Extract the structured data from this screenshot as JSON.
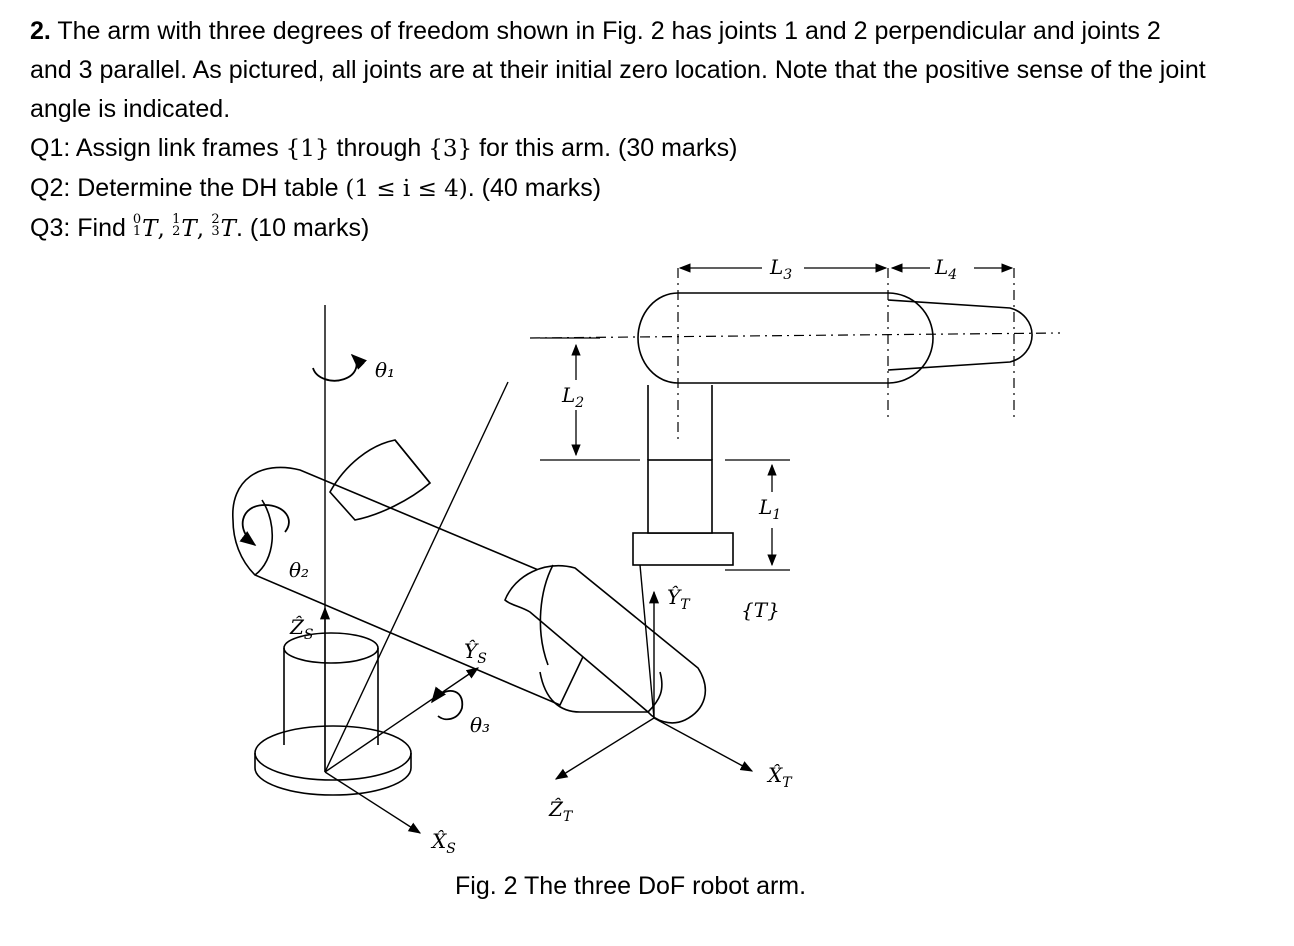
{
  "problem": {
    "number": "2.",
    "statement_l1": " The arm with three degrees of freedom shown in Fig. 2 has joints 1 and 2 perpendicular and joints 2",
    "statement_l2": "and 3 parallel. As pictured, all joints are at their initial zero location. Note that the positive sense of the joint",
    "statement_l3": "angle is indicated.",
    "q1_a": "Q1: Assign link frames ",
    "q1_f1": "{1}",
    "q1_b": " through ",
    "q1_f3": "{3}",
    "q1_c": " for this arm. (30 marks)",
    "q2_a": "Q2: Determine the DH table ",
    "q2_math": "(1 ≤ i ≤ 4)",
    "q2_b": ". (40 marks)",
    "q3_a": "Q3: Find ",
    "q3_T1": {
      "sup": "0",
      "sub": "1",
      "T": "T"
    },
    "q3_T2": {
      "sup": "1",
      "sub": "2",
      "T": "T"
    },
    "q3_T3": {
      "sup": "2",
      "sub": "3",
      "T": "T"
    },
    "q3_b": ". (10 marks)"
  },
  "figure": {
    "labels": {
      "theta1": "θ₁",
      "theta2": "θ₂",
      "theta3": "θ₃",
      "zs": "Ẑ",
      "zs_sub": "S",
      "ys": "Ŷ",
      "ys_sub": "S",
      "xs": "X̂",
      "xs_sub": "S",
      "zt": "Ẑ",
      "zt_sub": "T",
      "yt": "Ŷ",
      "yt_sub": "T",
      "xt": "X̂",
      "xt_sub": "T",
      "tframe": "{T}",
      "L1": "L",
      "L1_sub": "1",
      "L2": "L",
      "L2_sub": "2",
      "L3": "L",
      "L3_sub": "3",
      "L4": "L",
      "L4_sub": "4"
    },
    "caption": "Fig. 2 The three DoF robot arm."
  }
}
